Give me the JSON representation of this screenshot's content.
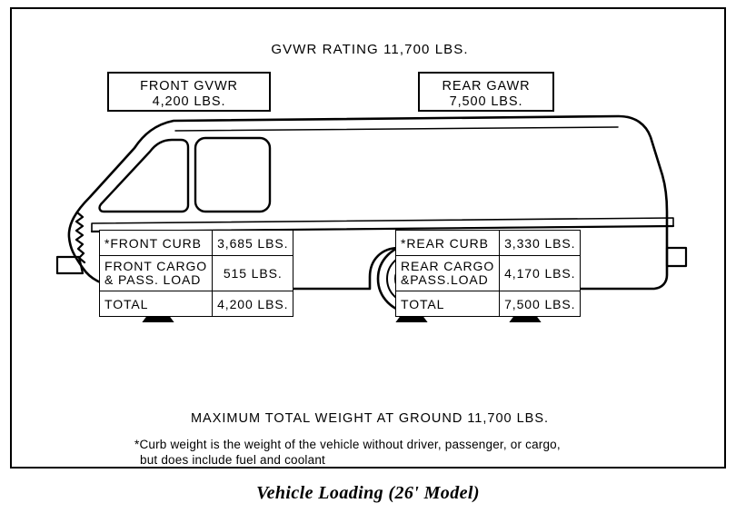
{
  "figure": {
    "caption": "Vehicle Loading (26' Model)"
  },
  "diagram": {
    "gvwr_rating_label": "GVWR RATING 11,700 LBS.",
    "max_total_weight_label": "MAXIMUM TOTAL WEIGHT AT GROUND 11,700 LBS.",
    "rating_boxes": {
      "front": {
        "title": "FRONT GVWR",
        "value": "4,200 LBS."
      },
      "rear": {
        "title": "REAR GAWR",
        "value": "7,500 LBS."
      }
    },
    "front_table": {
      "rows": [
        {
          "label": "*FRONT CURB",
          "label_line2": "",
          "value": "3,685 LBS."
        },
        {
          "label": "FRONT CARGO",
          "label_line2": "& PASS. LOAD",
          "value": "515 LBS."
        },
        {
          "label": "TOTAL",
          "label_line2": "",
          "value": "4,200 LBS."
        }
      ]
    },
    "rear_table": {
      "rows": [
        {
          "label": "*REAR CURB",
          "label_line2": "",
          "value": "3,330 LBS."
        },
        {
          "label": "REAR CARGO",
          "label_line2": "&PASS.LOAD",
          "value": "4,170 LBS."
        },
        {
          "label": "TOTAL",
          "label_line2": "",
          "value": "7,500 LBS."
        }
      ]
    },
    "footnote": {
      "line1": "*Curb weight is the weight of the vehicle without driver, passenger, or cargo,",
      "line2": "but does include fuel and coolant"
    },
    "colors": {
      "ink": "#000000",
      "paper": "#ffffff"
    }
  }
}
